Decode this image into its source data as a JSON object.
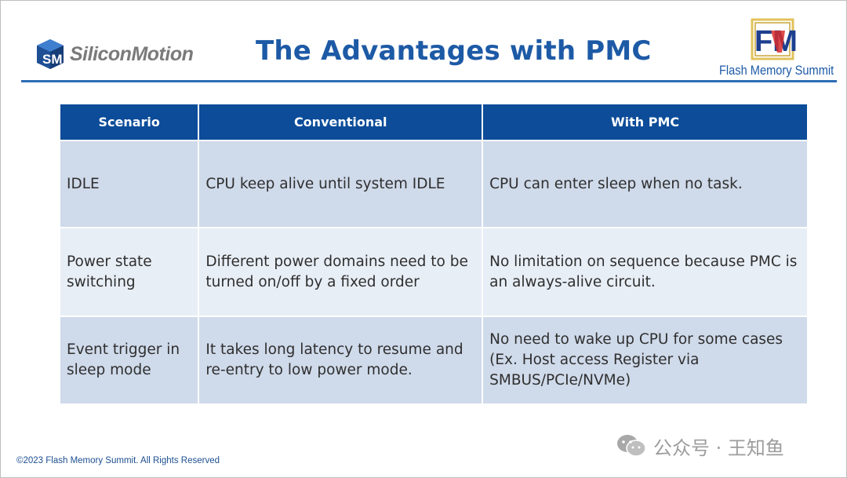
{
  "header": {
    "left_logo_text": "SiliconMotion",
    "title": "The Advantages with PMC",
    "right_logo_text": "Flash Memory Summit",
    "right_logo_mark": "FM"
  },
  "table": {
    "headers": [
      "Scenario",
      "Conventional",
      "With PMC"
    ],
    "rows": [
      {
        "scenario": "IDLE",
        "conventional": "CPU keep alive until system IDLE",
        "with_pmc": "CPU can enter sleep when no task."
      },
      {
        "scenario": "Power state switching",
        "conventional": "Different power domains need to be turned on/off by a fixed order",
        "with_pmc": "No limitation on sequence because PMC is an always-alive circuit."
      },
      {
        "scenario": "Event trigger in sleep mode",
        "conventional": "It takes long latency to resume and re-entry to low power mode.",
        "with_pmc": "No need to wake up CPU for some cases (Ex. Host access Register via SMBUS/PCIe/NVMe)"
      }
    ]
  },
  "footer": {
    "copyright": "©2023 Flash Memory Summit. All Rights Reserved"
  },
  "watermark": {
    "text": "公众号 · 王知鱼",
    "icon": "wechat-icon"
  },
  "colors": {
    "header_fill": "#0c4c99",
    "row_dark": "#cfdaea",
    "row_light": "#e8eef6",
    "title": "#1d5aa6"
  }
}
